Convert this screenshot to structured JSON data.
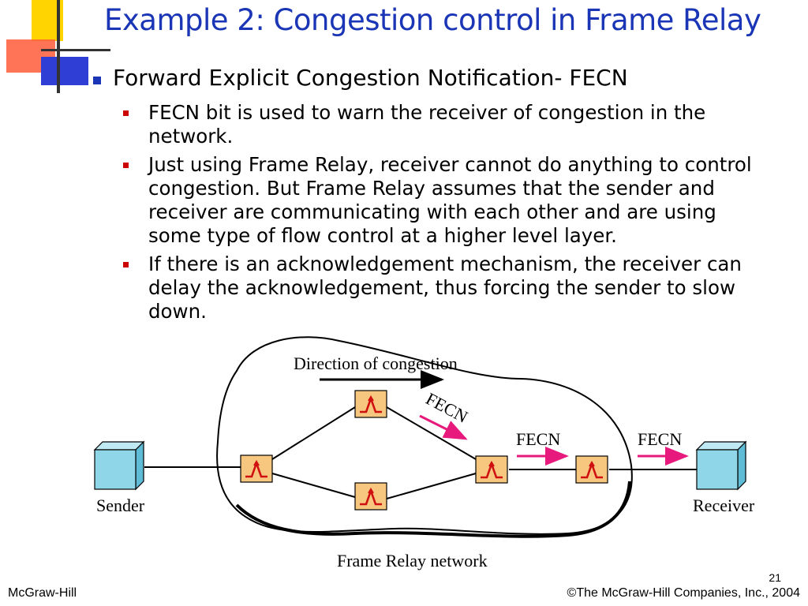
{
  "slide": {
    "title": "Example 2: Congestion control in Frame Relay",
    "heading": "Forward Explicit Congestion Notification- FECN",
    "bullets": [
      "FECN bit is used to warn the receiver of congestion in the network.",
      "Just using Frame Relay, receiver cannot do anything to control congestion. But Frame Relay assumes that the sender and receiver are communicating with each other and are using some type of flow control at a higher level layer.",
      "If there is an acknowledgement mechanism, the receiver can delay the acknowledgement, thus forcing the sender to slow down."
    ],
    "page_number": "21",
    "footer_left": "McGraw-Hill",
    "footer_right": "©The McGraw-Hill Companies, Inc., 2004"
  },
  "diagram": {
    "direction_label": "Direction of congestion",
    "fecn_label_diagonal": "FECN",
    "fecn_label_1": "FECN",
    "fecn_label_2": "FECN",
    "sender_label": "Sender",
    "receiver_label": "Receiver",
    "network_label": "Frame Relay network"
  },
  "colors": {
    "title": "#1a35b5",
    "arrow_fecn": "#e8197d",
    "switch_fill": "#f7c77f",
    "station_fill": "#8fd6e8",
    "bullet_red": "#cc0000"
  }
}
